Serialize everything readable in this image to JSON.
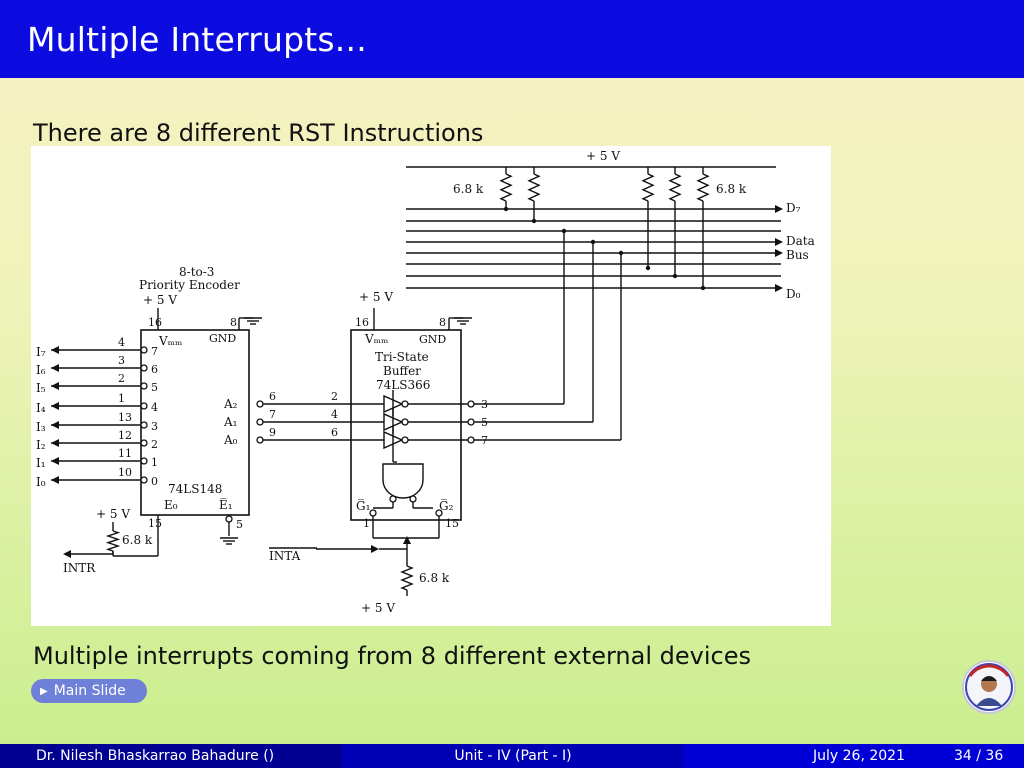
{
  "slide": {
    "title": "Multiple Interrupts...",
    "intro": "There are 8 different RST Instructions",
    "caption": "Multiple interrupts coming from 8 different external devices",
    "nav_button": "Main Slide"
  },
  "figure": {
    "encoder": {
      "heading1": "8-to-3",
      "heading2": "Priority Encoder",
      "supply": "+ 5 V",
      "vcc_pin": "16",
      "gnd_pin": "8",
      "vcc": "Vₘₘ",
      "gnd": "GND",
      "part": "74LS148",
      "eo": "E₀",
      "e1": "E̅₁",
      "inputs": [
        {
          "label": "I₇",
          "pin": "4",
          "bit": "7"
        },
        {
          "label": "I₆",
          "pin": "3",
          "bit": "6"
        },
        {
          "label": "I₅",
          "pin": "2",
          "bit": "5"
        },
        {
          "label": "I₄",
          "pin": "1",
          "bit": "4"
        },
        {
          "label": "I₃",
          "pin": "13",
          "bit": "3"
        },
        {
          "label": "I₂",
          "pin": "12",
          "bit": "2"
        },
        {
          "label": "I₁",
          "pin": "11",
          "bit": "1"
        },
        {
          "label": "I₀",
          "pin": "10",
          "bit": "0"
        }
      ],
      "outputs": [
        {
          "label": "A₂",
          "pin": "6"
        },
        {
          "label": "A₁",
          "pin": "7"
        },
        {
          "label": "A₀",
          "pin": "9"
        }
      ],
      "eo_pin": "15",
      "e1_pin": "5",
      "pullup_supply": "+ 5 V",
      "pullup": "6.8 k",
      "intr": "INTR"
    },
    "buffer": {
      "supply": "+ 5 V",
      "vcc_pin": "16",
      "gnd_pin": "8",
      "vcc": "Vₘₘ",
      "gnd": "GND",
      "line1": "Tri-State",
      "line2": "Buffer",
      "part": "74LS366",
      "in_pins": [
        "2",
        "4",
        "6"
      ],
      "out_pins": [
        "3",
        "5",
        "7"
      ],
      "g1": "G̅₁",
      "g2": "G̅₂",
      "g1_pin": "1",
      "g2_pin": "15",
      "inta": "INTA",
      "pullup": "6.8 k",
      "pullup_supply": "+ 5 V"
    },
    "bus": {
      "supply": "+ 5 V",
      "res_left": "6.8 k",
      "res_right": "6.8 k",
      "d7": "D₇",
      "data": "Data",
      "bus": "Bus",
      "d0": "D₀"
    }
  },
  "footer": {
    "author": "Dr. Nilesh Bhaskarrao Bahadure  ()",
    "unit": "Unit - IV (Part - I)",
    "date": "July 26, 2021",
    "page": "34 / 36"
  }
}
